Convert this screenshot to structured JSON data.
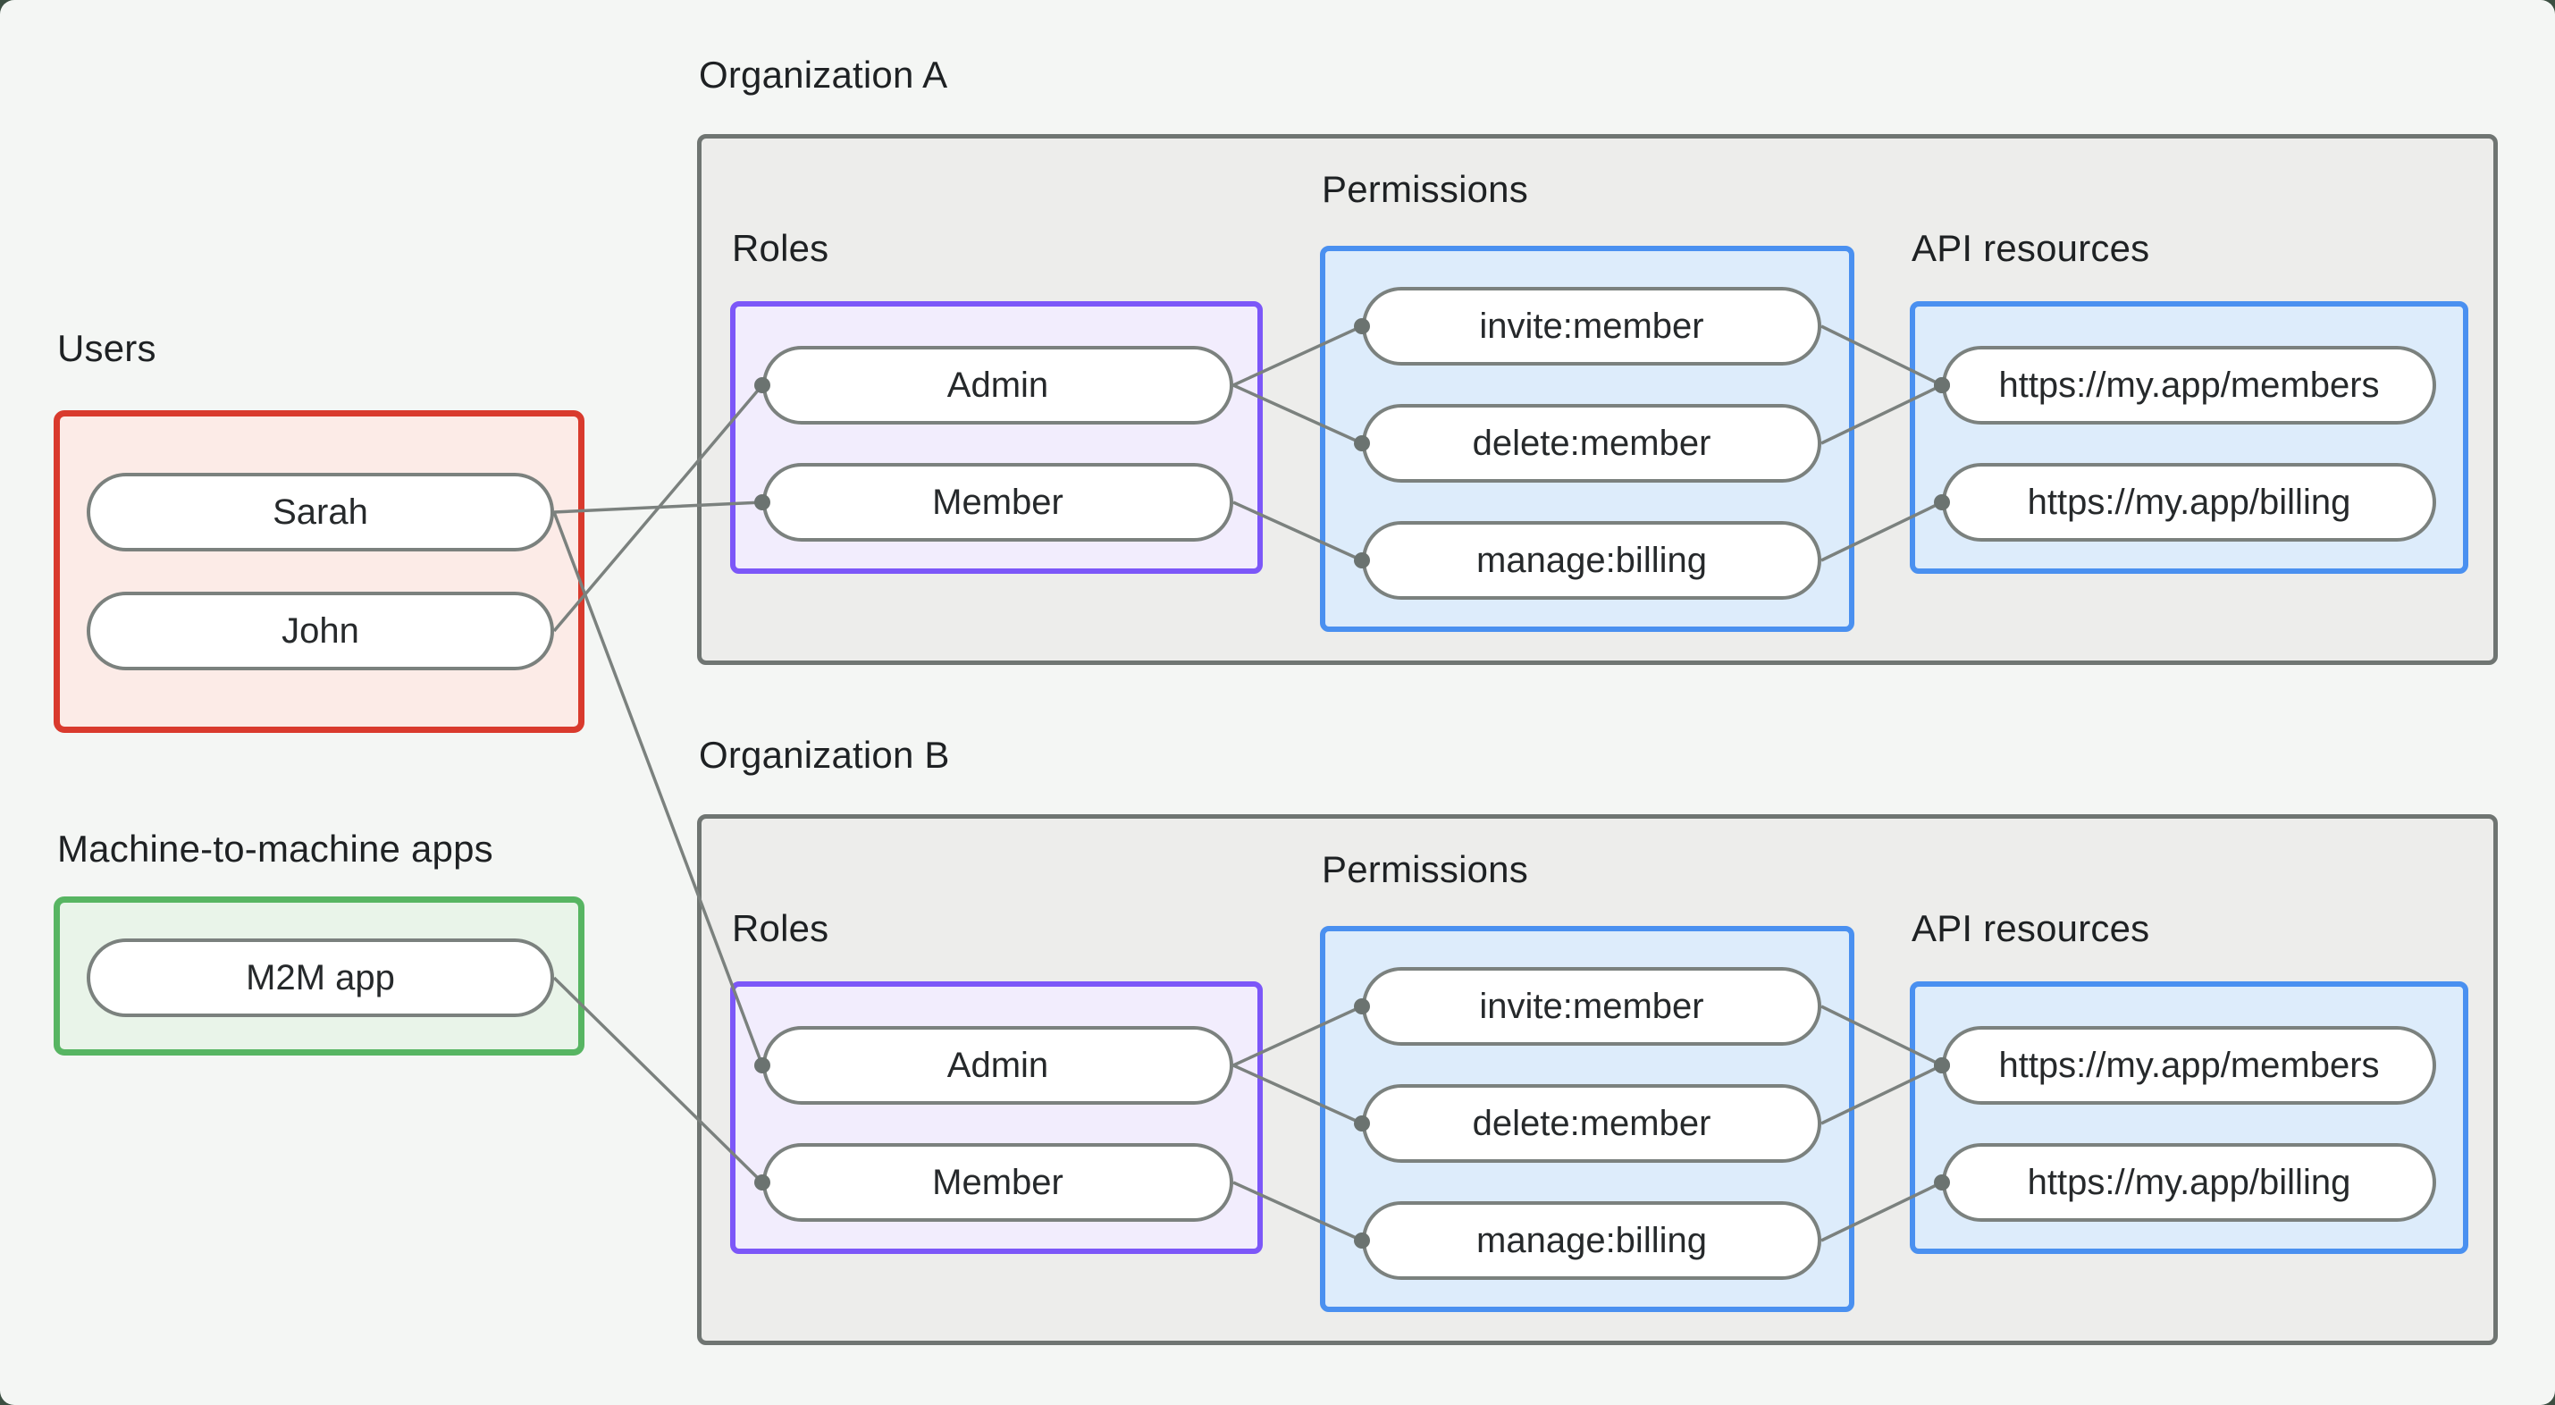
{
  "users": {
    "label": "Users",
    "items": [
      "Sarah",
      "John"
    ]
  },
  "m2m": {
    "label": "Machine-to-machine apps",
    "items": [
      "M2M app"
    ]
  },
  "sections": {
    "roles": "Roles",
    "permissions": "Permissions",
    "api": "API resources"
  },
  "orgs": [
    {
      "name": "Organization A",
      "roles": [
        "Admin",
        "Member"
      ],
      "permissions": [
        "invite:member",
        "delete:member",
        "manage:billing"
      ],
      "api_resources": [
        "https://my.app/members",
        "https://my.app/billing"
      ]
    },
    {
      "name": "Organization B",
      "roles": [
        "Admin",
        "Member"
      ],
      "permissions": [
        "invite:member",
        "delete:member",
        "manage:billing"
      ],
      "api_resources": [
        "https://my.app/members",
        "https://my.app/billing"
      ]
    }
  ],
  "edges": [
    {
      "from": "user-sarah",
      "to": "orgA-role-member"
    },
    {
      "from": "user-john",
      "to": "orgA-role-admin"
    },
    {
      "from": "user-sarah",
      "to": "orgB-role-admin"
    },
    {
      "from": "m2m-app",
      "to": "orgB-role-member"
    },
    {
      "from": "orgA-role-admin",
      "to": "orgA-perm-invite"
    },
    {
      "from": "orgA-role-admin",
      "to": "orgA-perm-delete"
    },
    {
      "from": "orgA-role-member",
      "to": "orgA-perm-manage"
    },
    {
      "from": "orgA-perm-invite",
      "to": "orgA-api-members"
    },
    {
      "from": "orgA-perm-delete",
      "to": "orgA-api-members"
    },
    {
      "from": "orgA-perm-manage",
      "to": "orgA-api-billing"
    },
    {
      "from": "orgB-role-admin",
      "to": "orgB-perm-invite"
    },
    {
      "from": "orgB-role-admin",
      "to": "orgB-perm-delete"
    },
    {
      "from": "orgB-role-member",
      "to": "orgB-perm-manage"
    },
    {
      "from": "orgB-perm-invite",
      "to": "orgB-api-members"
    },
    {
      "from": "orgB-perm-delete",
      "to": "orgB-api-members"
    },
    {
      "from": "orgB-perm-manage",
      "to": "orgB-api-billing"
    }
  ],
  "colors": {
    "page_background": "#f4f6f4",
    "frame_background": "#3c4f42",
    "org_box_fill": "#ededeb",
    "org_box_border": "#6f7572",
    "users_box_fill": "#fcebe7",
    "users_box_border": "#d93a2d",
    "m2m_box_fill": "#e9f4e9",
    "m2m_box_border": "#57b562",
    "roles_box_fill": "#f2edfd",
    "roles_box_border": "#7c57f8",
    "permissions_box_fill": "#ddecfb",
    "permissions_box_border": "#4a90f0",
    "pill_fill": "#ffffff",
    "pill_border": "#7b817e",
    "edge_line": "#7b817e",
    "edge_dot": "#6b7370",
    "text": "#1e2123"
  }
}
